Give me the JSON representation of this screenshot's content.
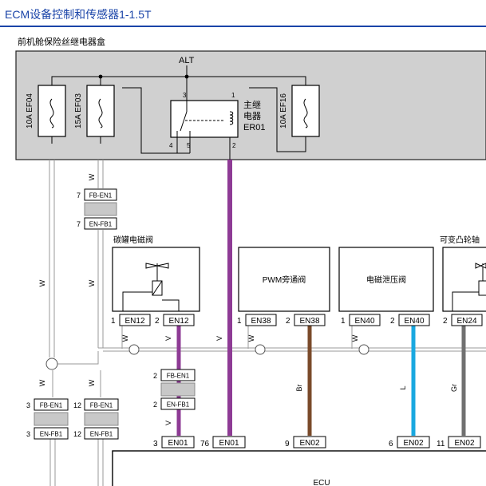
{
  "header": {
    "title": "ECM设备控制和传感器1-1.5T"
  },
  "fuse_box": {
    "title": "前机舱保险丝继电器盒"
  },
  "alt_label": "ALT",
  "fuses": [
    {
      "id": "EF04",
      "label": "10A EF04"
    },
    {
      "id": "EF03",
      "label": "15A EF03"
    },
    {
      "id": "EF16",
      "label": "10A EF16"
    }
  ],
  "relay": {
    "label_lines": [
      "主继",
      "电器",
      "ER01"
    ],
    "pins": [
      "1",
      "2",
      "3",
      "4",
      "5"
    ]
  },
  "components": {
    "canister": "碳罐电磁阀",
    "pwm": "PWM旁通阀",
    "pressure": "电磁泄压阀",
    "vvt": "可变凸轮轴"
  },
  "wire_colors": {
    "W": "W",
    "V": "V",
    "Br": "Br",
    "L": "L",
    "Gr": "Gr"
  },
  "colors": {
    "purple": "#8e3b95",
    "brown": "#7a4a2a",
    "blue": "#19a8e0",
    "gray": "#707070",
    "header_blue": "#1a44a8",
    "box_fill": "#d0d0d0"
  },
  "connectors": {
    "ef03_top": {
      "a_pin": "7",
      "a_name": "FB-EN1",
      "b_pin": "7",
      "b_name": "EN-FB1"
    },
    "left_a": {
      "a_pin": "3",
      "a_name": "FB-EN1",
      "b_pin": "3",
      "b_name": "EN-FB1"
    },
    "left_b": {
      "a_pin": "12",
      "a_name": "FB-EN1",
      "b_pin": "12",
      "b_name": "EN-FB1"
    },
    "canister_line": {
      "a_pin": "2",
      "a_name": "FB-EN1",
      "b_pin": "2",
      "b_name": "EN-FB1"
    }
  },
  "pins": {
    "en12_1": {
      "num": "1",
      "name": "EN12"
    },
    "en12_2": {
      "num": "2",
      "name": "EN12"
    },
    "en38_1": {
      "num": "1",
      "name": "EN38"
    },
    "en38_2": {
      "num": "2",
      "name": "EN38"
    },
    "en40_1": {
      "num": "1",
      "name": "EN40"
    },
    "en40_2": {
      "num": "2",
      "name": "EN40"
    },
    "en24_2": {
      "num": "2",
      "name": "EN24"
    },
    "en01_3": {
      "num": "3",
      "name": "EN01"
    },
    "en01_76": {
      "num": "76",
      "name": "EN01"
    },
    "en02_9": {
      "num": "9",
      "name": "EN02"
    },
    "en02_6": {
      "num": "6",
      "name": "EN02"
    },
    "en02_11": {
      "num": "11",
      "name": "EN02"
    }
  },
  "ecu": {
    "label": "ECU"
  }
}
